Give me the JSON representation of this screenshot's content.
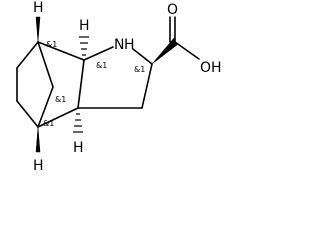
{
  "molecule": {
    "atoms": {
      "h_top": "H",
      "h_bottom": "H",
      "h_junction": "H",
      "nh": "N",
      "nh_h": "H",
      "oxygen_carbonyl": "O",
      "hydroxyl": "OH"
    },
    "stereo_labels": {
      "top_bridgehead": "&1",
      "ring_junction_top": "&1",
      "bridge_carbon": "&1",
      "alpha_carbon": "&1",
      "bottom_bridgehead": "&1"
    }
  }
}
